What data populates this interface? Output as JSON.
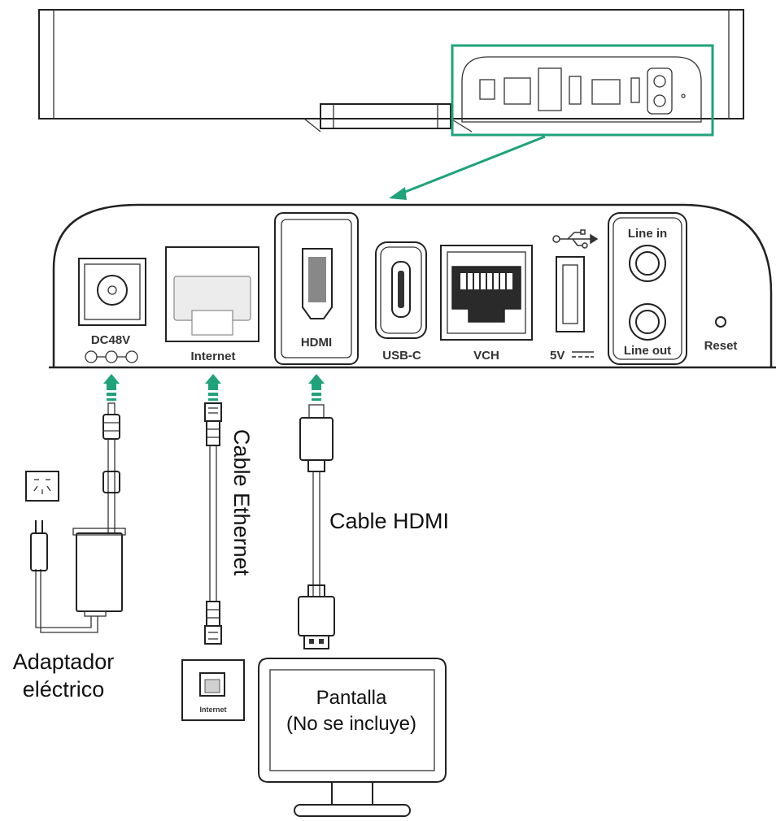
{
  "colors": {
    "accent": "#1fa37a",
    "line": "#222222",
    "shade": "#d9d9d9"
  },
  "ports": {
    "dc": "DC48V",
    "internet": "Internet",
    "hdmi": "HDMI",
    "usbc": "USB-C",
    "vch": "VCH",
    "usb5v": "5V",
    "line_in": "Line in",
    "line_out": "Line out",
    "reset": "Reset"
  },
  "callouts": {
    "adapter_line1": "Adaptador",
    "adapter_line2": "eléctrico",
    "ethernet": "Cable Ethernet",
    "hdmi_cable": "Cable HDMI",
    "display_line1": "Pantalla",
    "display_line2": "(No se incluye)",
    "wall_jack": "Internet"
  },
  "icons": {
    "usb": "usb-icon",
    "dc_polarity": "dc-polarity-icon",
    "outlet": "power-outlet-icon"
  }
}
